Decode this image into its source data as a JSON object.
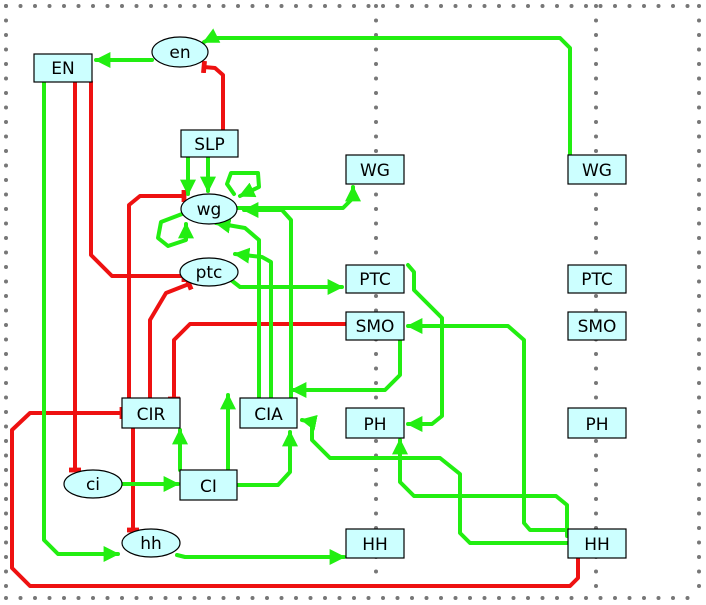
{
  "nodes": {
    "en": "en",
    "EN": "EN",
    "SLP": "SLP",
    "wg": "wg",
    "ptc": "ptc",
    "CIR": "CIR",
    "CIA": "CIA",
    "CI": "CI",
    "ci": "ci",
    "hh": "hh",
    "WG_n": "WG",
    "PTC_n": "PTC",
    "SMO_n": "SMO",
    "PH_n": "PH",
    "HH_n": "HH",
    "WG_r": "WG",
    "PTC_r": "PTC",
    "SMO_r": "SMO",
    "PH_r": "PH",
    "HH_r": "HH"
  },
  "colors": {
    "activation": "#22ee11",
    "inhibition": "#ee1111",
    "node_fill": "#ccffff"
  }
}
